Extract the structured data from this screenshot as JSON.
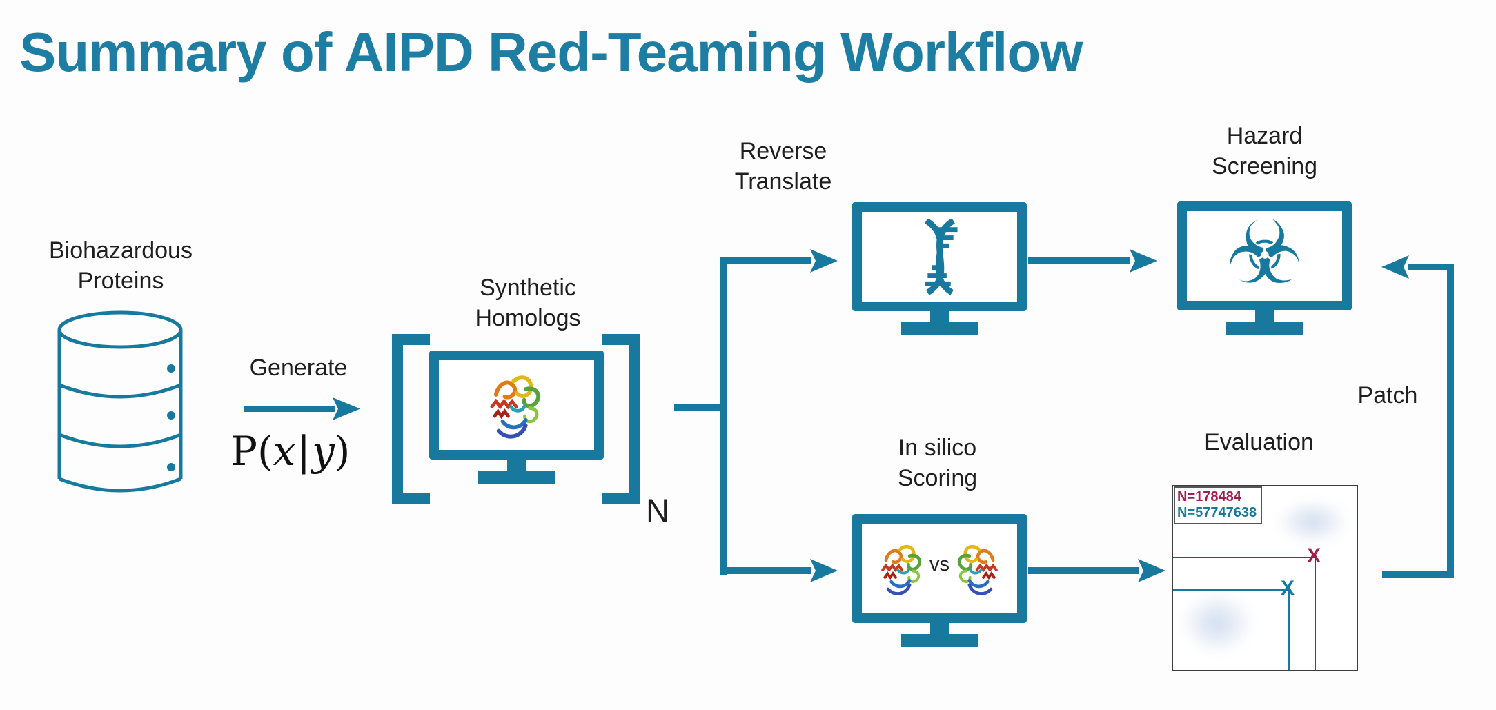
{
  "title": "Summary of AIPD Red-Teaming Workflow",
  "colors": {
    "accent_teal": "#17799E",
    "title_teal": "#1E7DA2",
    "crimson": "#9E1E4D",
    "text": "#1F1F1F"
  },
  "nodes": {
    "database": {
      "label1": "Biohazardous",
      "label2": "Proteins"
    },
    "generate": {
      "label": "Generate",
      "formula": {
        "func": "P",
        "open": "(",
        "arg1": "x",
        "bar": "|",
        "arg2": "y",
        "close": ")"
      }
    },
    "synthetic": {
      "label1": "Synthetic",
      "label2": "Homologs",
      "count_label": "N"
    },
    "reverse": {
      "label1": "Reverse",
      "label2": "Translate"
    },
    "hazard": {
      "label1": "Hazard",
      "label2": "Screening",
      "icon_glyph": "☣"
    },
    "insilico": {
      "label1": "In silico",
      "label2": "Scoring",
      "vs": "vs"
    },
    "evaluation": {
      "label": "Evaluation",
      "legend": [
        {
          "text": "N=178484",
          "color": "#9E1E4D"
        },
        {
          "text": "N=57747638",
          "color": "#1578A0"
        }
      ],
      "markers": [
        {
          "symbol": "X",
          "color": "#9E1E4D"
        },
        {
          "symbol": "X",
          "color": "#1578A0"
        }
      ]
    },
    "patch": {
      "label": "Patch"
    }
  }
}
